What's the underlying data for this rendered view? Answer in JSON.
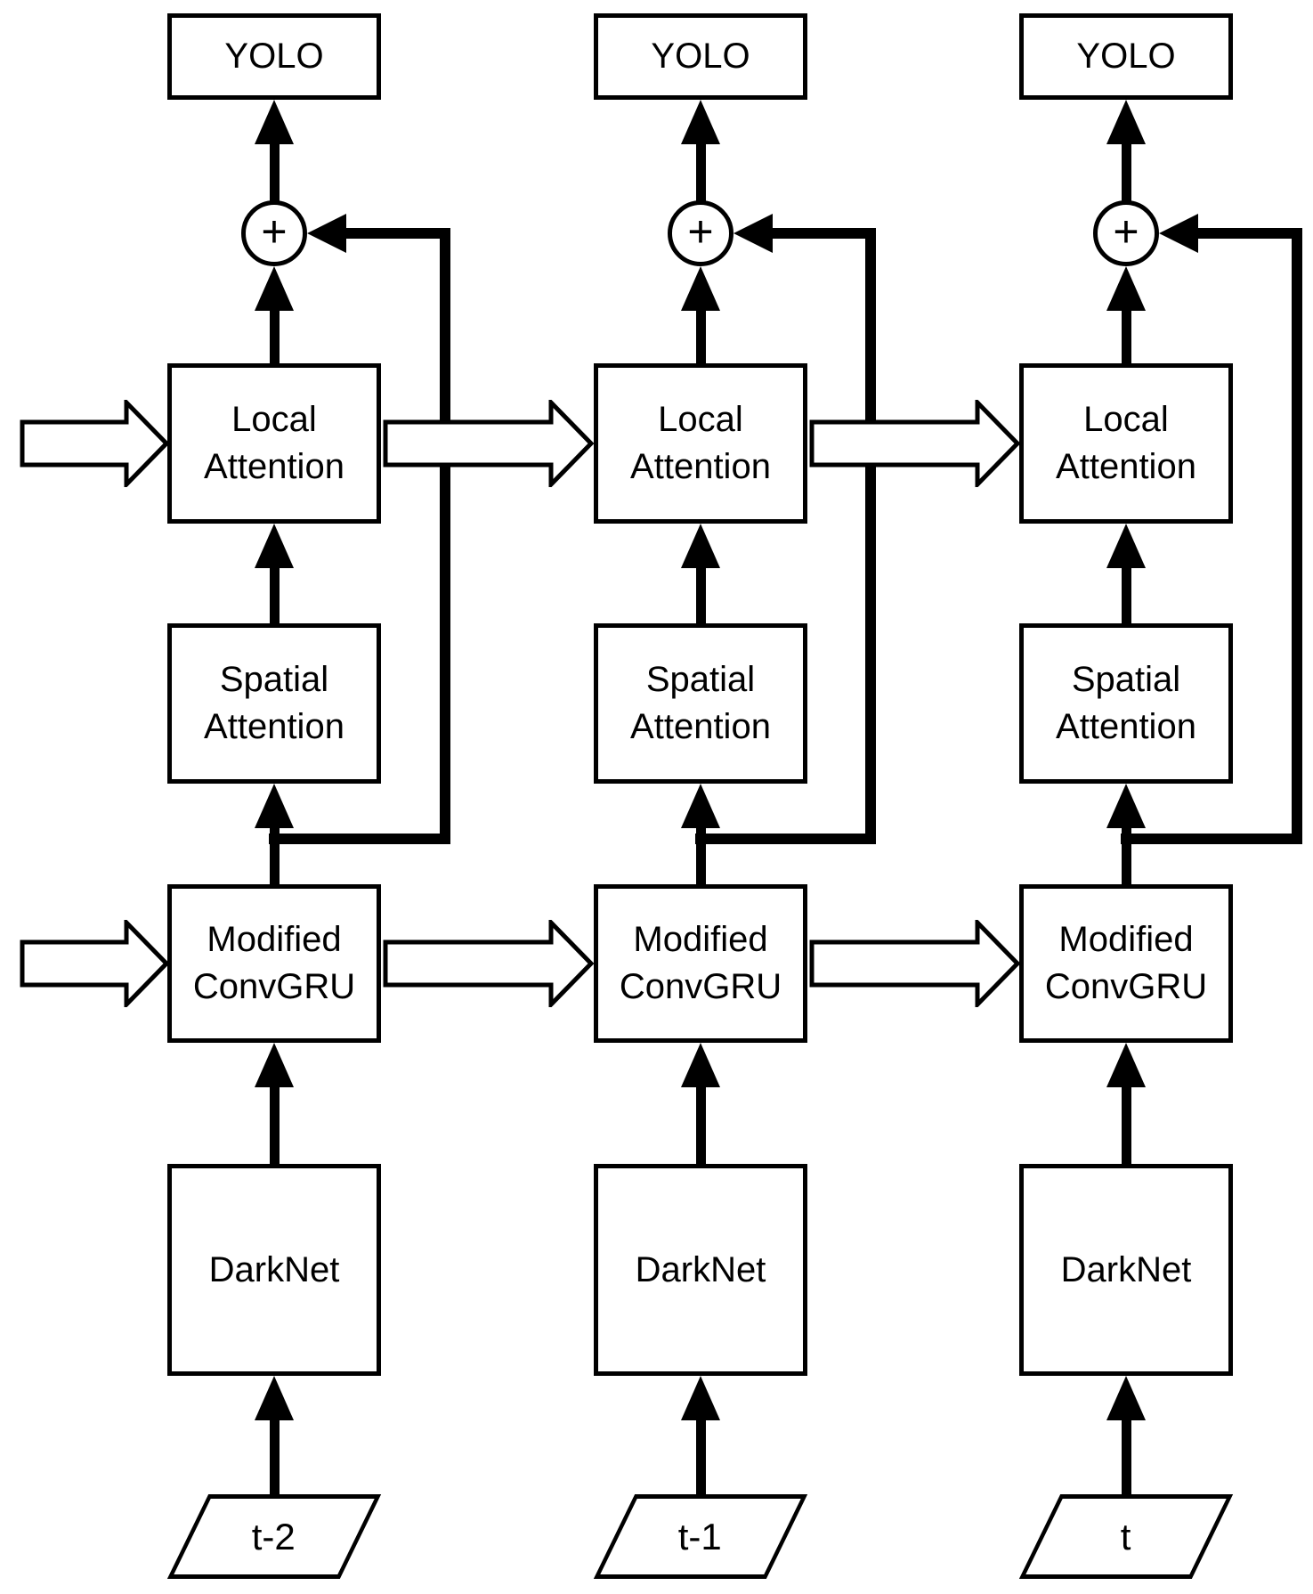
{
  "diagram": {
    "description": "Recurrent video object detection architecture unrolled over three timesteps",
    "colors": {
      "stroke": "#000000",
      "background": "#ffffff",
      "node_fill": "#ffffff"
    },
    "columns": [
      {
        "timestep_label": "t-2",
        "nodes": {
          "yolo": "YOLO",
          "sum": "+",
          "local_attention": "Local\nAttention",
          "spatial_attention": "Spatial\nAttention",
          "convgru": "Modified\nConvGRU",
          "darknet": "DarkNet"
        }
      },
      {
        "timestep_label": "t-1",
        "nodes": {
          "yolo": "YOLO",
          "sum": "+",
          "local_attention": "Local\nAttention",
          "spatial_attention": "Spatial\nAttention",
          "convgru": "Modified\nConvGRU",
          "darknet": "DarkNet"
        }
      },
      {
        "timestep_label": "t",
        "nodes": {
          "yolo": "YOLO",
          "sum": "+",
          "local_attention": "Local\nAttention",
          "spatial_attention": "Spatial\nAttention",
          "convgru": "Modified\nConvGRU",
          "darknet": "DarkNet"
        }
      }
    ]
  }
}
